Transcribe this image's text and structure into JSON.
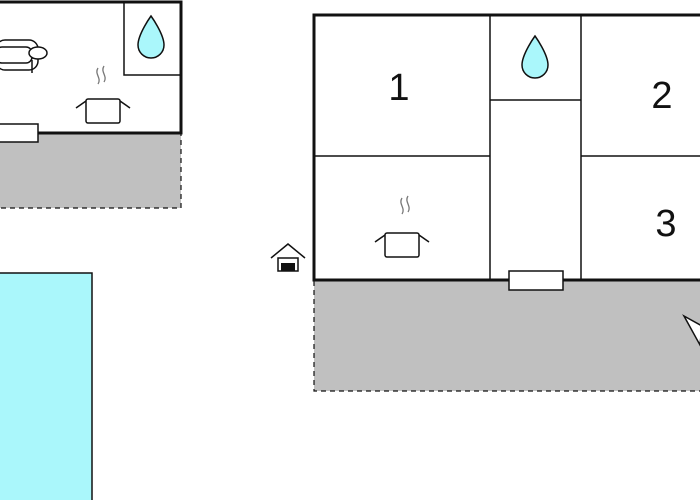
{
  "rooms": [
    {
      "id": "room-1",
      "label": "1"
    },
    {
      "id": "room-2",
      "label": "2"
    },
    {
      "id": "room-3",
      "label": "3"
    }
  ],
  "icons": [
    "water-drop-icon",
    "sofa-icon",
    "cooking-pot-icon",
    "house-entrance-icon",
    "arrow-icon"
  ],
  "colors": {
    "wall": "#111111",
    "terrace": "#c0c0c0",
    "pool": "#aaf7fb",
    "water": "#aaf7fb"
  }
}
